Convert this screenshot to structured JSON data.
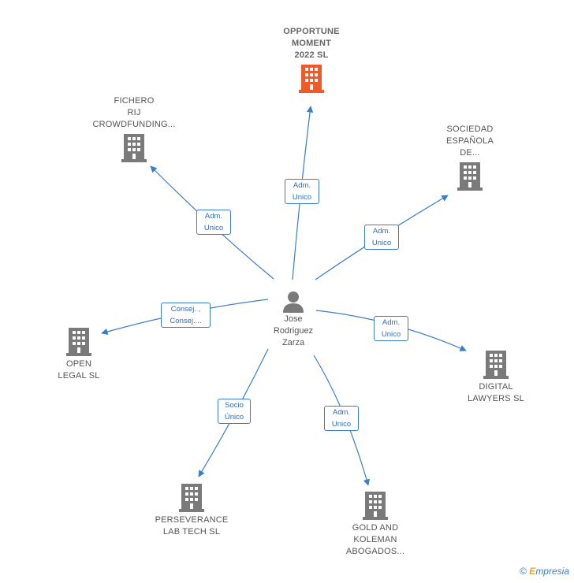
{
  "center": {
    "name": "Jose\nRodriguez\nZarza"
  },
  "companies": [
    {
      "id": "opportune",
      "label": "OPPORTUNE\nMOMENT\n2022  SL",
      "highlight": true
    },
    {
      "id": "fichero",
      "label": "FICHERO\nRIJ\nCROWDFUNDING..."
    },
    {
      "id": "sociedad",
      "label": "SOCIEDAD\nESPAÑOLA\nDE..."
    },
    {
      "id": "open",
      "label": "OPEN\nLEGAL  SL"
    },
    {
      "id": "digital",
      "label": "DIGITAL\nLAWYERS  SL"
    },
    {
      "id": "perseverance",
      "label": "PERSEVERANCE\nLAB TECH  SL"
    },
    {
      "id": "gold",
      "label": "GOLD AND\nKOLEMAN\nABOGADOS..."
    }
  ],
  "edges": [
    {
      "to": "opportune",
      "label": "Adm.\nUnico"
    },
    {
      "to": "fichero",
      "label": "Adm.\nUnico"
    },
    {
      "to": "sociedad",
      "label": "Adm.\nUnico"
    },
    {
      "to": "open",
      "label": "Consej. ,\nConsej...."
    },
    {
      "to": "digital",
      "label": "Adm.\nUnico"
    },
    {
      "to": "perseverance",
      "label": "Socio\nÚnico"
    },
    {
      "to": "gold",
      "label": "Adm.\nUnico"
    }
  ],
  "colors": {
    "edge": "#3a7dc9",
    "building": "#7a7a7a",
    "highlight": "#f05a28",
    "person": "#7a7a7a"
  },
  "footer": {
    "copyright": "©",
    "brand_initial": "E",
    "brand_rest": "mpresia"
  }
}
